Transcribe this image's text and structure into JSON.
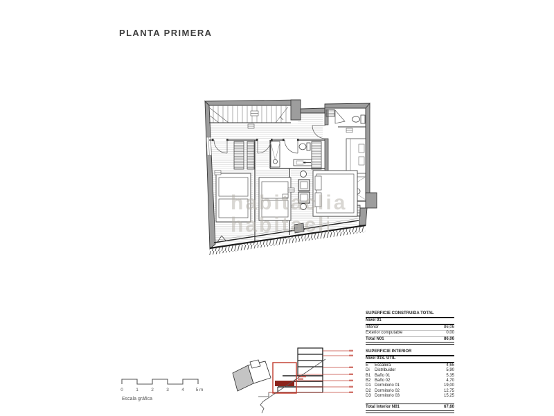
{
  "page": {
    "title": "PLANTA PRIMERA",
    "watermark": "habitaclia"
  },
  "scale_bar": {
    "ticks": [
      "0",
      "1",
      "2",
      "3",
      "4",
      "5 m"
    ],
    "label": "Escala gráfica"
  },
  "tables": {
    "construida": {
      "title": "SUPERFICIE CONSTRUIDA TOTAL",
      "level_header": "Nivel 01",
      "rows": [
        {
          "label": "Interior",
          "value": "86,06"
        },
        {
          "label": "Exterior computable",
          "value": "0,00"
        }
      ],
      "total": {
        "label": "Total N01",
        "value": "86,06"
      }
    },
    "interior": {
      "title": "SUPERFICIE INTERIOR",
      "level_header": "Nivel 01",
      "area_header": "S. ÚTIL",
      "rows": [
        {
          "code": "E",
          "label": "Escalera",
          "value": "4,65"
        },
        {
          "code": "Di",
          "label": "Distribuidor",
          "value": "5,90"
        },
        {
          "code": "B1",
          "label": "Baño 01",
          "value": "5,35"
        },
        {
          "code": "B2",
          "label": "Baño 02",
          "value": "4,70"
        },
        {
          "code": "D1",
          "label": "Dormitorio 01",
          "value": "19,00"
        },
        {
          "code": "D2",
          "label": "Dormitorio 02",
          "value": "12,75"
        },
        {
          "code": "D3",
          "label": "Dormitorio 03",
          "value": "15,25"
        }
      ],
      "total": {
        "label": "Total Interior N01",
        "value": "67,60"
      }
    }
  },
  "colors": {
    "accent_red": "#c0392b",
    "section_fill_red": "#8c231b",
    "wall_gray": "#9d9d9d",
    "watermark_gray": "#b8b4ae"
  }
}
